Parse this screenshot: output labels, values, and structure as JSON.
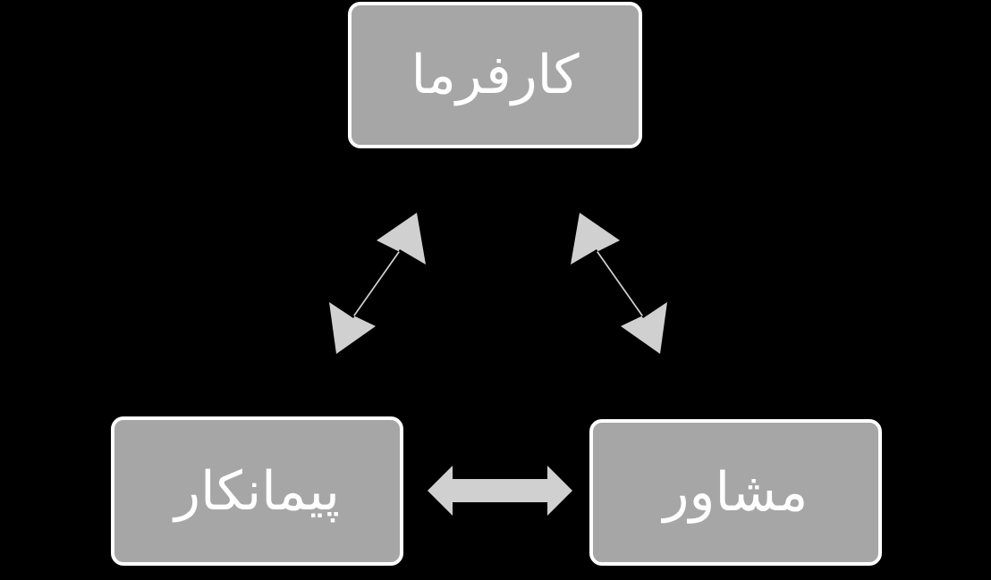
{
  "diagram": {
    "title": "",
    "background_color": "#000000",
    "node_fill_color": "#a6a6a6",
    "node_border_color": "#ffffff",
    "node_text_color": "#ffffff",
    "arrow_color": "#d0d0d0",
    "nodes": [
      {
        "id": "employer",
        "label": "کارفرما",
        "position": "top-center"
      },
      {
        "id": "contractor",
        "label": "پیمانکار",
        "position": "bottom-left"
      },
      {
        "id": "consultant",
        "label": "مشاور",
        "position": "bottom-right"
      }
    ],
    "connections": [
      {
        "id": "employer-contractor",
        "from": "employer",
        "to": "contractor",
        "style": "double-headed-arrow",
        "orientation": "diagonal-down-left"
      },
      {
        "id": "employer-consultant",
        "from": "employer",
        "to": "consultant",
        "style": "double-headed-arrow",
        "orientation": "diagonal-down-right"
      },
      {
        "id": "contractor-consultant",
        "from": "contractor",
        "to": "consultant",
        "style": "double-headed-arrow",
        "orientation": "horizontal"
      }
    ]
  }
}
